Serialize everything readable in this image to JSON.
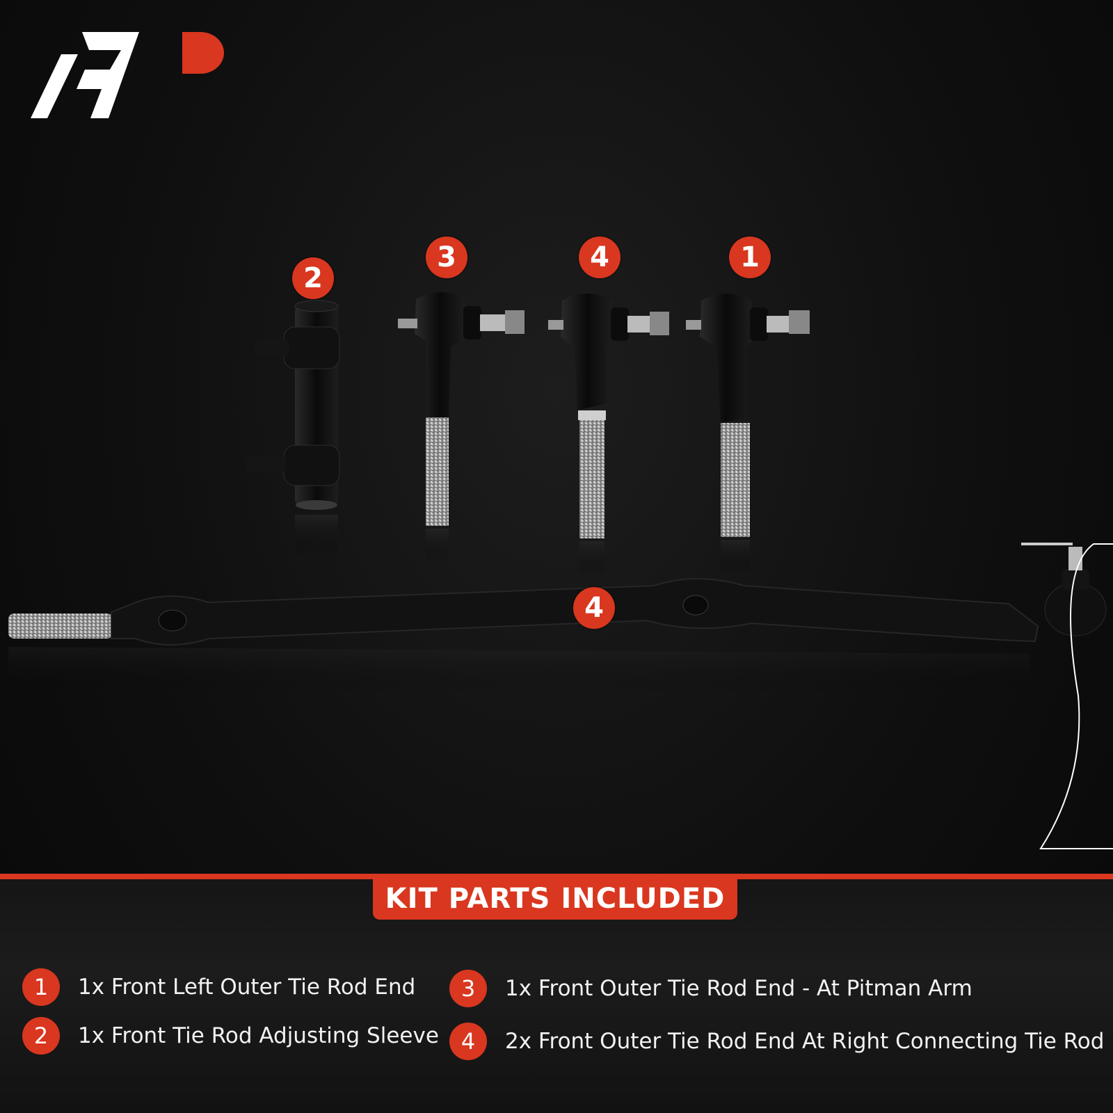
{
  "brand": {
    "logo_icon": "ap-logo-icon",
    "accent": "#d9371f"
  },
  "product_badges": [
    {
      "id": "sleeve",
      "label": "2"
    },
    {
      "id": "pitman",
      "label": "3"
    },
    {
      "id": "right-connecting",
      "label": "4"
    },
    {
      "id": "left-outer",
      "label": "1"
    },
    {
      "id": "center-link",
      "label": "4"
    }
  ],
  "kit": {
    "title": "KIT PARTS INCLUDED",
    "items": [
      {
        "number": "1",
        "text": "1x Front Left Outer Tie Rod End"
      },
      {
        "number": "2",
        "text": "1x Front Tie Rod Adjusting Sleeve"
      },
      {
        "number": "3",
        "text": "1x Front Outer Tie Rod End - At Pitman Arm"
      },
      {
        "number": "4",
        "text": "2x Front Outer Tie Rod End At Right Connecting Tie Rod"
      }
    ]
  }
}
